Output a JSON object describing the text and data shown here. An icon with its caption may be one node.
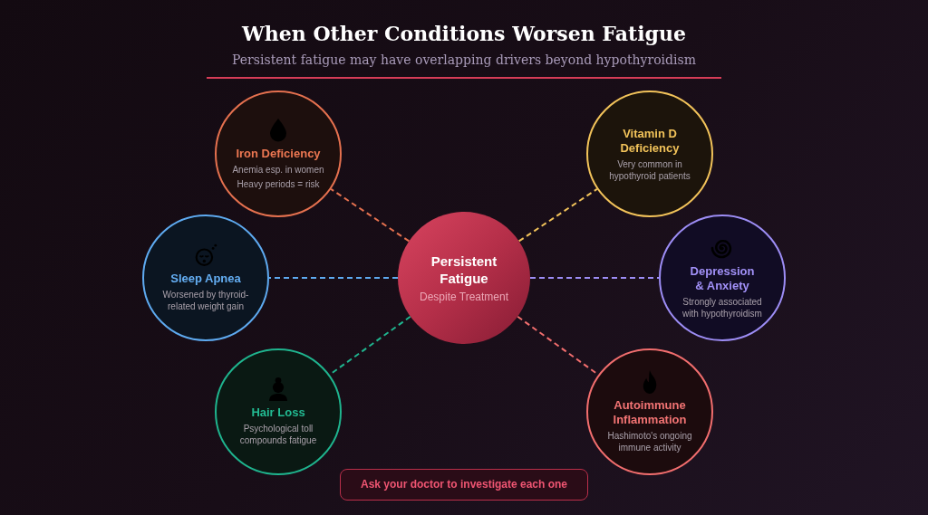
{
  "diagram": {
    "title": "When Other Conditions Worsen Fatigue",
    "nodes": [
      {
        "text": [
          "Iron Deficiency",
          "Anemia esp. in women",
          "Heavy periods = risk"
        ]
      },
      {
        "text": [
          "Vitamin D Deficiency",
          "Very common in hypothyroid patients"
        ]
      },
      {
        "text": [
          "Sleep Apnea",
          "Worsened by thyroid-related weight gain"
        ]
      },
      {
        "text": [
          "Persistent Fatigue",
          "Despite Treatment"
        ]
      },
      {
        "text": [
          "Depression & Anxiety",
          "Strongly associated with hypothyroidism"
        ]
      },
      {
        "text": [
          "Hair Loss",
          "Psychological toll compounds fatigue"
        ]
      },
      {
        "text": [
          "Autoimmune Inflammation",
          "Hashimoto's ongoing immune activity"
        ]
      },
      {
        "text": [
          "Ask your doctor to investigate each one"
        ]
      }
    ],
    "edges": [
      {
        "from": 3,
        "to": 0,
        "arrow": "none",
        "style": "dashed",
        "color": "#e5714f"
      },
      {
        "from": 3,
        "to": 1,
        "arrow": "none",
        "style": "dashed",
        "color": "#f2c35a"
      },
      {
        "from": 3,
        "to": 2,
        "arrow": "none",
        "style": "dashed",
        "color": "#5eaaf0"
      },
      {
        "from": 3,
        "to": 4,
        "arrow": "none",
        "style": "dashed",
        "color": "#9d8df5"
      },
      {
        "from": 3,
        "to": 5,
        "arrow": "none",
        "style": "dashed",
        "color": "#1fb48e"
      },
      {
        "from": 3,
        "to": 6,
        "arrow": "none",
        "style": "dashed",
        "color": "#f26e6e"
      }
    ],
    "labels": [
      "Persistent fatigue may have overlapping drivers beyond hypothyroidism"
    ]
  }
}
